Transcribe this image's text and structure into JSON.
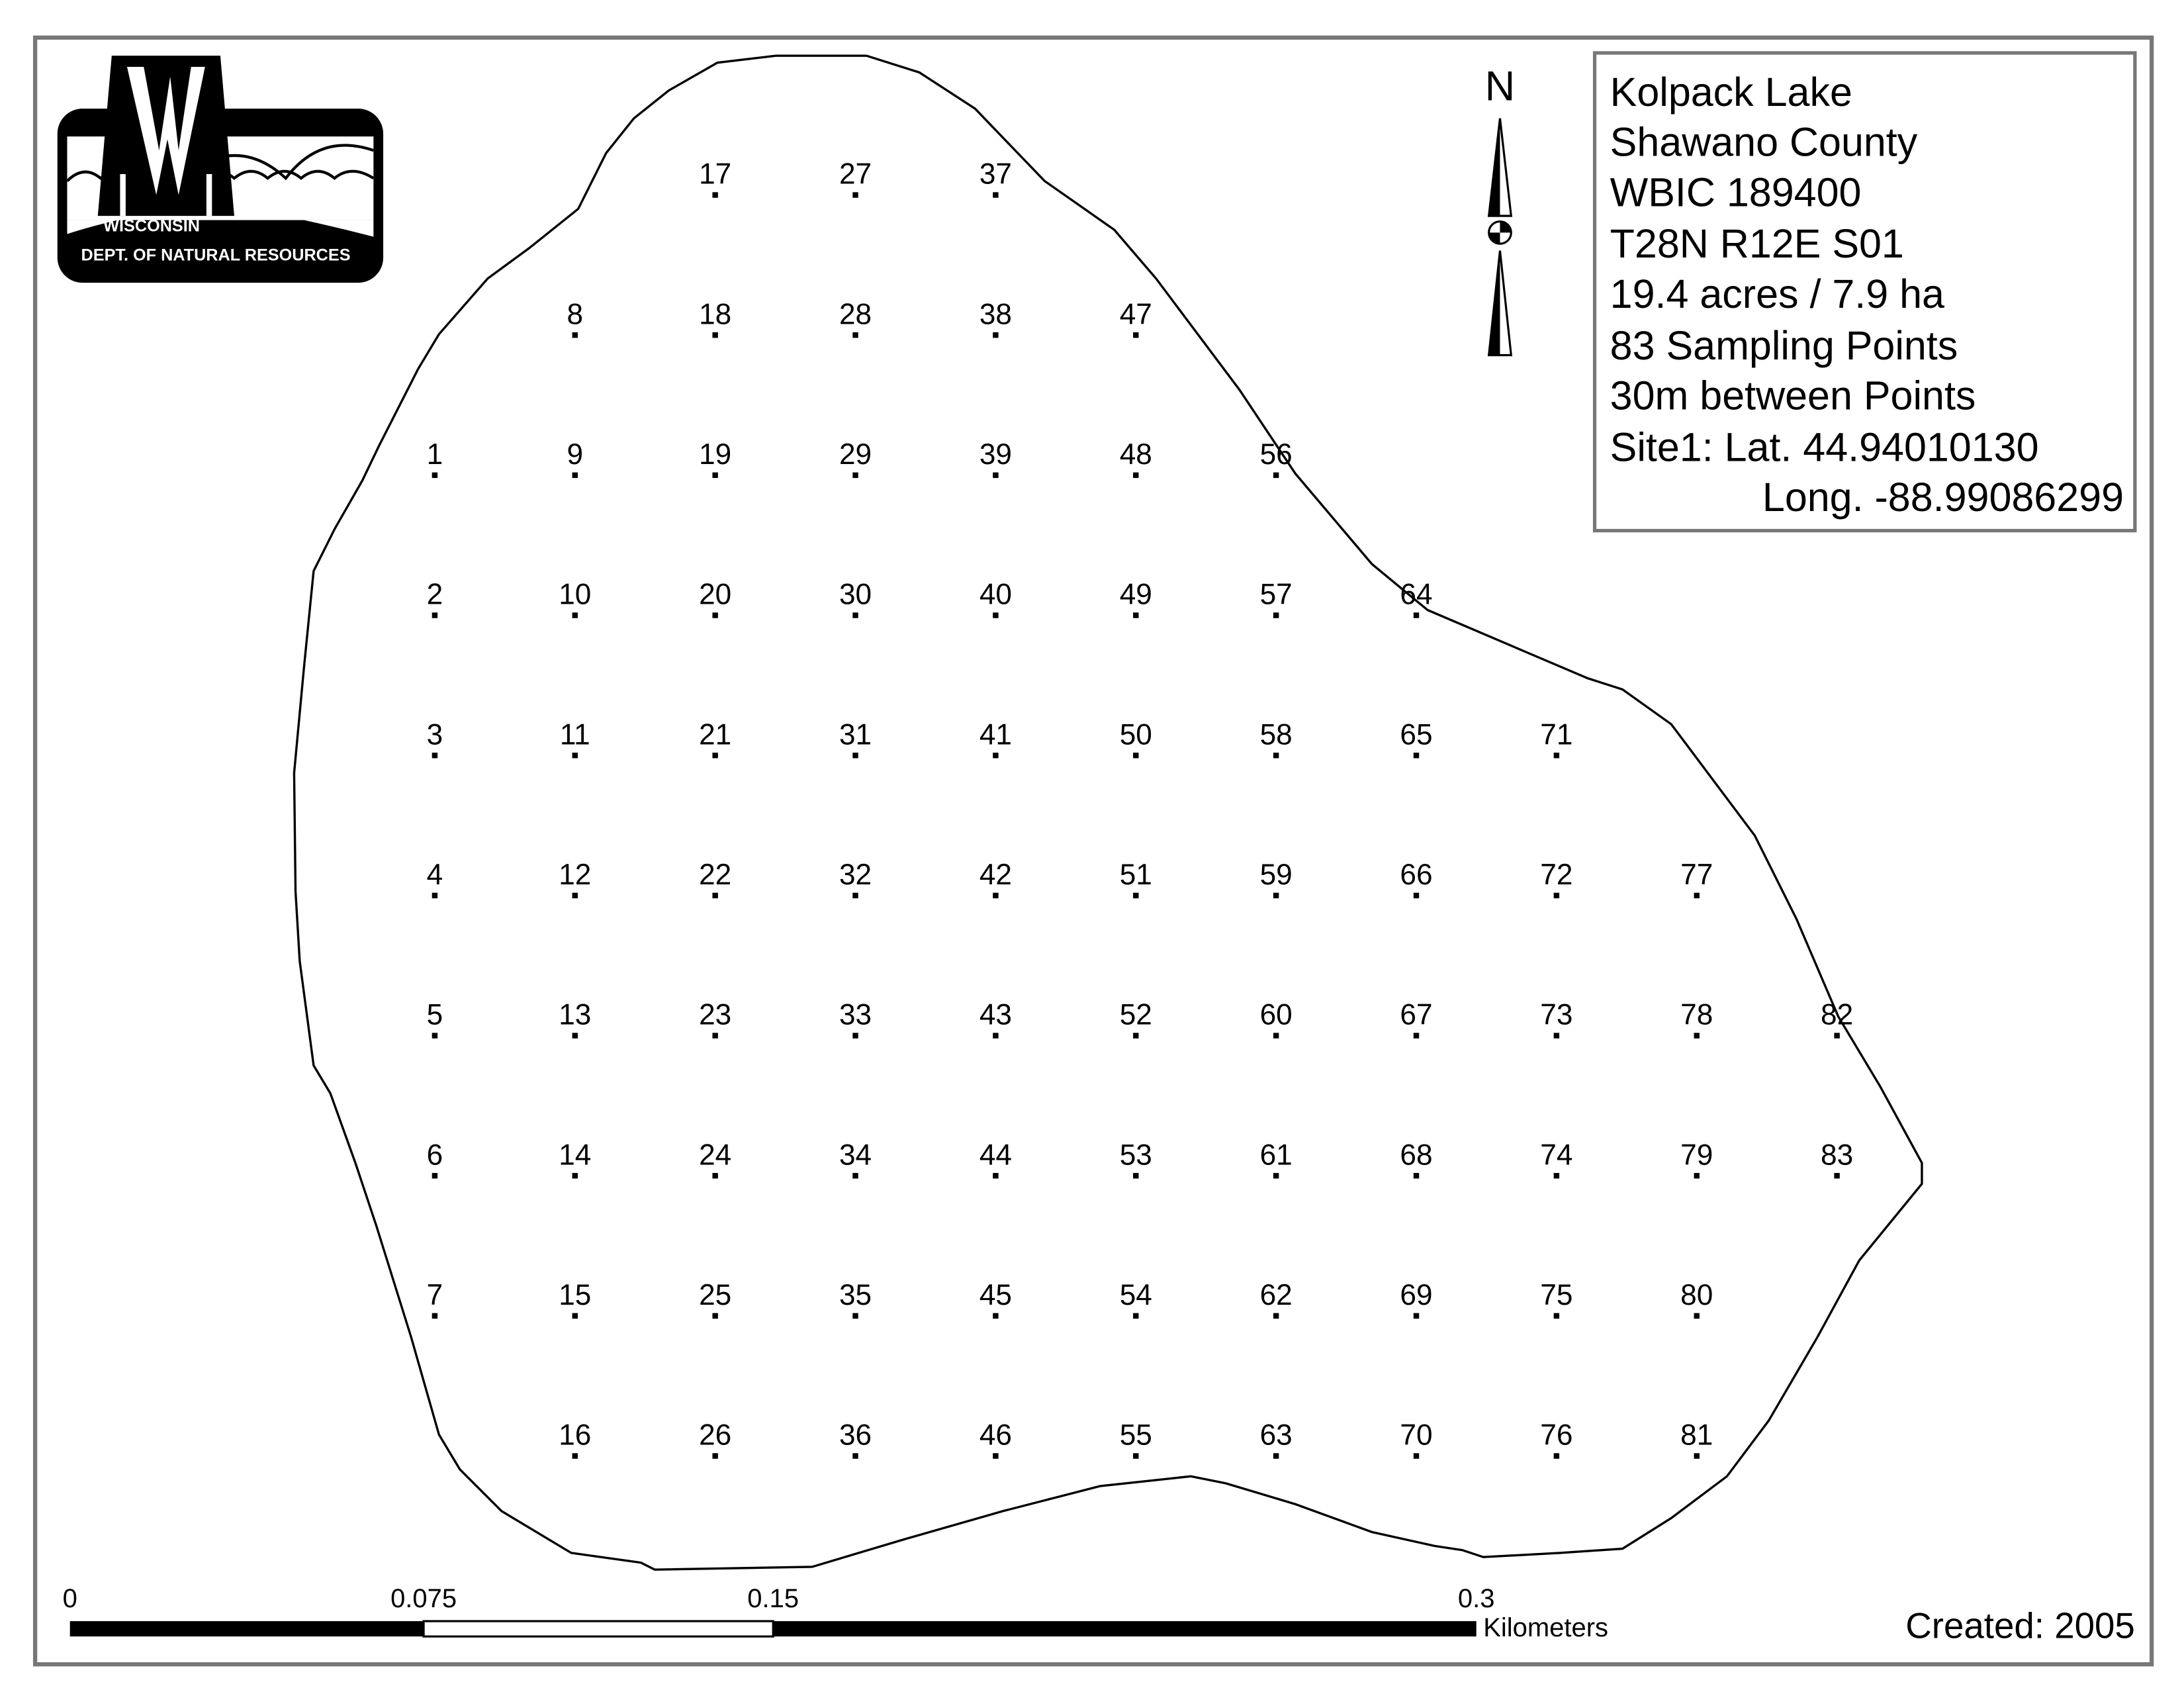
{
  "logo": {
    "line1": "WISCONSIN",
    "line2": "DEPT. OF NATURAL RESOURCES",
    "mark": "W"
  },
  "north_arrow": {
    "label": "N"
  },
  "info_box": {
    "lines": [
      "Kolpack Lake",
      "Shawano County",
      "WBIC 189400",
      "T28N R12E S01",
      "19.4 acres / 7.9 ha",
      "83 Sampling Points",
      "30m between Points",
      "Site1: Lat. 44.94010130",
      "Long. -88.99086299"
    ]
  },
  "sampling_grid": {
    "columns": [
      {
        "first_row": 2,
        "labels": [
          "1",
          "2",
          "3",
          "4",
          "5",
          "6",
          "7"
        ]
      },
      {
        "first_row": 1,
        "labels": [
          "8",
          "9",
          "10",
          "11",
          "12",
          "13",
          "14",
          "15",
          "16"
        ]
      },
      {
        "first_row": 0,
        "labels": [
          "17",
          "18",
          "19",
          "20",
          "21",
          "22",
          "23",
          "24",
          "25",
          "26"
        ]
      },
      {
        "first_row": 0,
        "labels": [
          "27",
          "28",
          "29",
          "30",
          "31",
          "32",
          "33",
          "34",
          "35",
          "36"
        ]
      },
      {
        "first_row": 0,
        "labels": [
          "37",
          "38",
          "39",
          "40",
          "41",
          "42",
          "43",
          "44",
          "45",
          "46"
        ]
      },
      {
        "first_row": 1,
        "labels": [
          "47",
          "48",
          "49",
          "50",
          "51",
          "52",
          "53",
          "54",
          "55"
        ]
      },
      {
        "first_row": 2,
        "labels": [
          "56",
          "57",
          "58",
          "59",
          "60",
          "61",
          "62",
          "63"
        ]
      },
      {
        "first_row": 3,
        "labels": [
          "64",
          "65",
          "66",
          "67",
          "68",
          "69",
          "70"
        ]
      },
      {
        "first_row": 4,
        "labels": [
          "71",
          "72",
          "73",
          "74",
          "75",
          "76"
        ]
      },
      {
        "first_row": 5,
        "labels": [
          "77",
          "78",
          "79",
          "80",
          "81"
        ]
      },
      {
        "first_row": 6,
        "labels": [
          "82",
          "83"
        ]
      }
    ]
  },
  "scale_bar": {
    "ticks": [
      "0",
      "0.075",
      "0.15",
      "0.3"
    ],
    "unit": "Kilometers"
  },
  "footer": {
    "created": "Created: 2005"
  }
}
